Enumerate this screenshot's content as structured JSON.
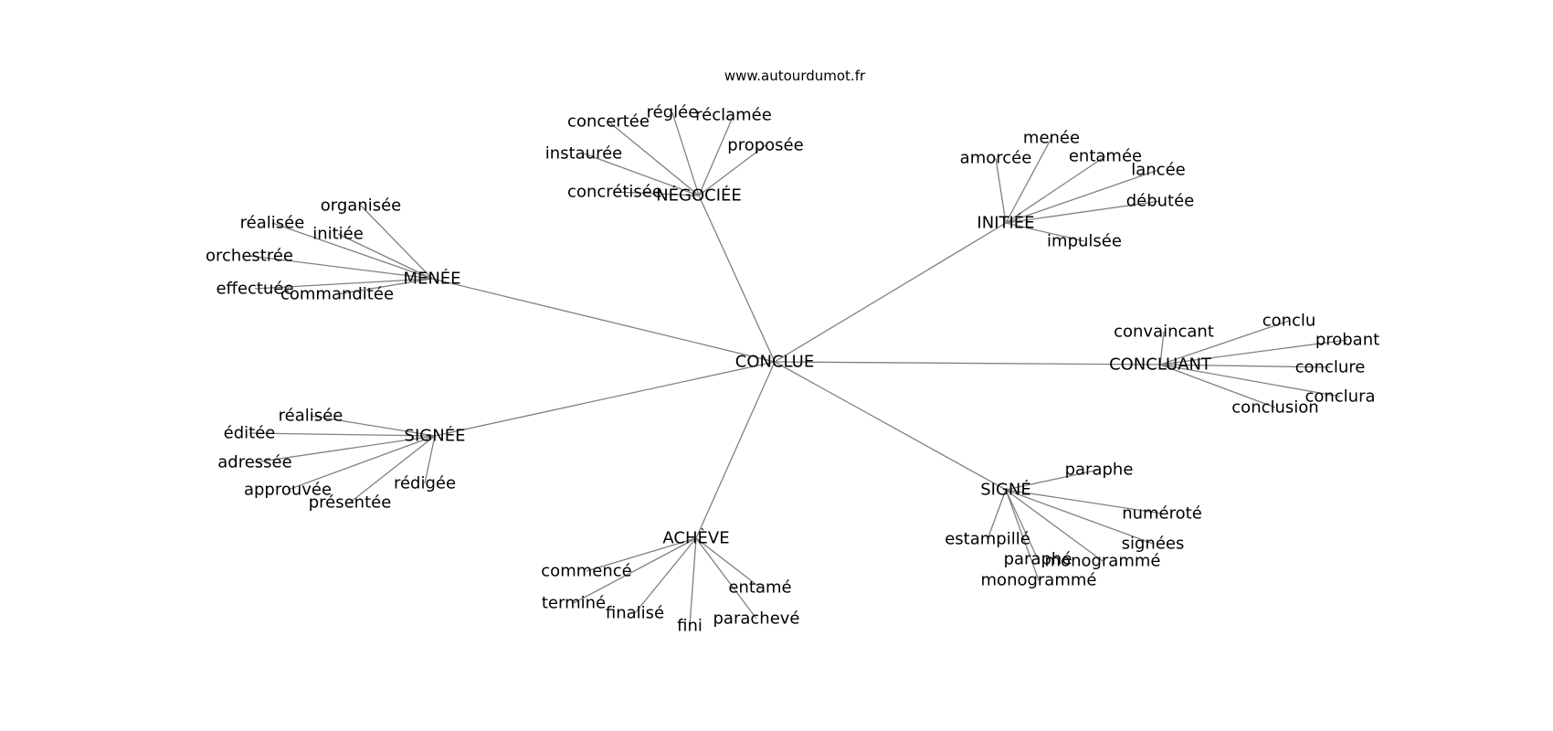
{
  "site": "www.autourdumot.fr",
  "colors": {
    "edge": "#808080",
    "text": "#000000",
    "background": "#ffffff"
  },
  "graph": {
    "root": "CONCLUE",
    "hubs": [
      {
        "label": "NÉGOCIÉE",
        "leaves": [
          "réglée",
          "réclamée",
          "concertée",
          "proposée",
          "instaurée",
          "concrétisée"
        ]
      },
      {
        "label": "INITIÉE",
        "leaves": [
          "menée",
          "amorcée",
          "entamée",
          "lancée",
          "débutée",
          "impulsée"
        ]
      },
      {
        "label": "MENÉE",
        "leaves": [
          "organisée",
          "réalisée",
          "initiée",
          "orchestrée",
          "effectuée",
          "commanditée"
        ]
      },
      {
        "label": "CONCLUANT",
        "leaves": [
          "conclu",
          "convaincant",
          "probant",
          "conclure",
          "conclura",
          "conclusion"
        ]
      },
      {
        "label": "SIGNÉE",
        "leaves": [
          "réalisée",
          "éditée",
          "adressée",
          "approuvée",
          "présentée",
          "rédigée"
        ]
      },
      {
        "label": "SIGNÉ",
        "leaves": [
          "paraphe",
          "numéroté",
          "signées",
          "estampillé",
          "paraphé",
          "monogrammé",
          "monogrammé"
        ]
      },
      {
        "label": "ACHÈVE",
        "leaves": [
          "commencé",
          "terminé",
          "finalisé",
          "fini",
          "entamé",
          "parachevé"
        ]
      }
    ]
  }
}
